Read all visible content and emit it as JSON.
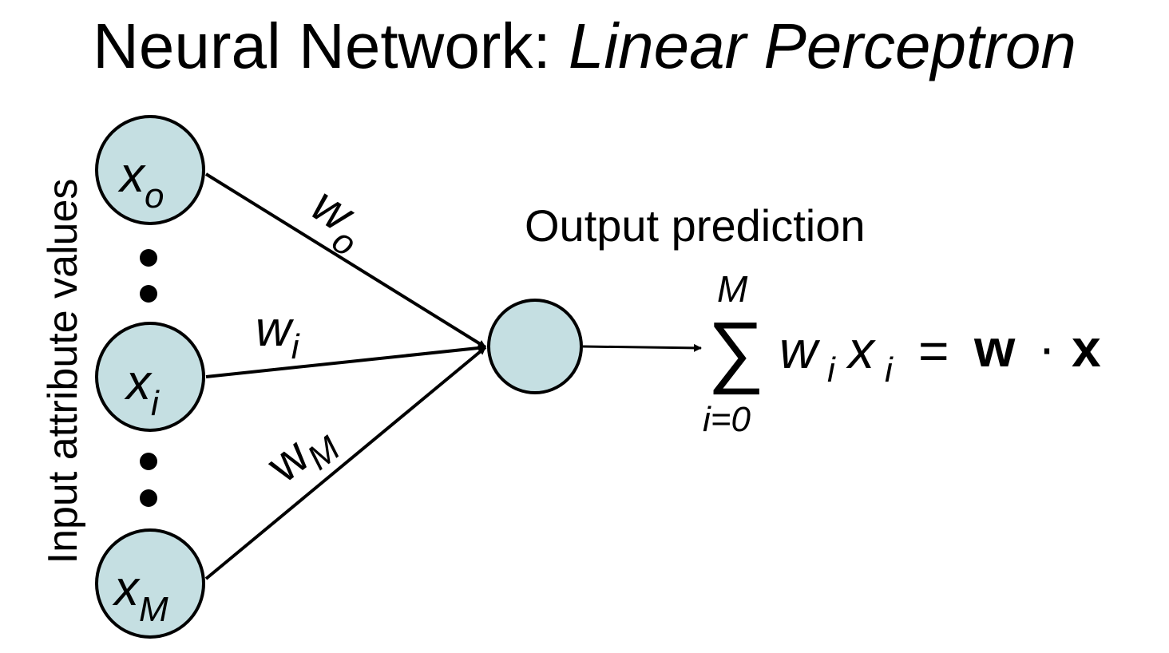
{
  "title": {
    "main": "Neural Network: ",
    "italic": "Linear Perceptron"
  },
  "input_label": "Input attribute values",
  "output_label": "Output prediction",
  "input_nodes": [
    {
      "var": "x",
      "sub": "o"
    },
    {
      "var": "x",
      "sub": "i"
    },
    {
      "var": "x",
      "sub": "M"
    }
  ],
  "weights": [
    {
      "var": "w",
      "sub": "o"
    },
    {
      "var": "w",
      "sub": "i"
    },
    {
      "var": "w",
      "sub": "M"
    }
  ],
  "ellipsis_dots": "•",
  "formula": {
    "sigma": "∑",
    "upper_limit": "M",
    "lower_limit": "i=0",
    "w": "w",
    "w_sub": "i",
    "x": "x",
    "x_sub": "i",
    "equals": "=",
    "bold_w": "w",
    "dot": "·",
    "bold_x": "x"
  },
  "colors": {
    "node_fill": "#c5dfe2",
    "stroke": "#000000"
  }
}
